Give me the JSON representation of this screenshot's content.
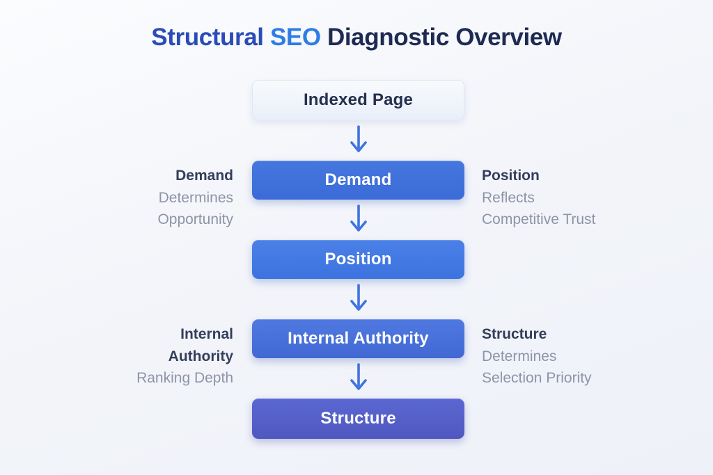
{
  "title": {
    "segments": [
      {
        "text": "Structural",
        "color": "#2b4cb6"
      },
      {
        "text": "SEO",
        "color": "#2e7ce4"
      },
      {
        "text": "Diagnostic Overview",
        "color": "#1e2a52"
      }
    ]
  },
  "flow": {
    "arrow_color": "#3e73e1",
    "nodes": [
      {
        "id": "indexed-page",
        "label": "Indexed Page",
        "fill": "#eff4fb",
        "text_color": "#24304e"
      },
      {
        "id": "demand",
        "label": "Demand",
        "fill": "#3f70dc",
        "text_color": "#ffffff"
      },
      {
        "id": "position",
        "label": "Position",
        "fill": "#4179e2",
        "text_color": "#ffffff"
      },
      {
        "id": "internal-authority",
        "label": "Internal Authority",
        "fill": "#4a73da",
        "text_color": "#ffffff"
      },
      {
        "id": "structure",
        "label": "Structure",
        "fill": "#5560c8",
        "text_color": "#ffffff"
      }
    ]
  },
  "annotations": [
    {
      "side": "left",
      "lines": [
        {
          "text": "Demand",
          "emphasis": "strong"
        },
        {
          "text": "Determines",
          "emphasis": "muted"
        },
        {
          "text": "Opportunity",
          "emphasis": "muted"
        }
      ]
    },
    {
      "side": "right",
      "lines": [
        {
          "text": "Position",
          "emphasis": "strong"
        },
        {
          "text": "Reflects",
          "emphasis": "muted"
        },
        {
          "text": "Competitive Trust",
          "emphasis": "muted"
        }
      ]
    },
    {
      "side": "left",
      "lines": [
        {
          "text": "Internal",
          "emphasis": "strong"
        },
        {
          "text": "Authority",
          "emphasis": "strong"
        },
        {
          "text": "Ranking Depth",
          "emphasis": "muted"
        }
      ]
    },
    {
      "side": "right",
      "lines": [
        {
          "text": "Structure",
          "emphasis": "strong"
        },
        {
          "text": "Determines",
          "emphasis": "muted"
        },
        {
          "text": "Selection Priority",
          "emphasis": "muted"
        }
      ]
    }
  ],
  "colors": {
    "background": "#f1f3f9",
    "title_primary": "#2b4cb6",
    "title_accent": "#2e7ce4",
    "title_dark": "#1e2a52",
    "annotation_heading": "#333e5b",
    "annotation_muted": "#8d94a6"
  }
}
